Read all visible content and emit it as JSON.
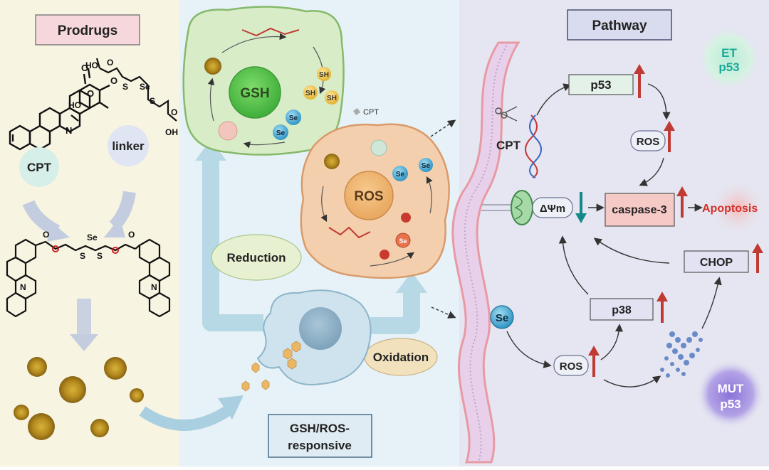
{
  "panels": {
    "prodrugs": {
      "title": "Prodrugs",
      "cpt_label": "CPT",
      "linker_label": "linker",
      "linker_atoms": {
        "ho_top": "HO",
        "o_top": "O",
        "s1": "S",
        "se1": "Se",
        "se2": "S",
        "oh_bottom": "OH",
        "o_bottom": "O"
      },
      "cpt_atoms": {
        "o1": "O",
        "o2": "O",
        "o3": "O",
        "ho": "HO",
        "n1": "N",
        "n2": "N"
      },
      "prodrug_atoms": {
        "se": "Se",
        "s1": "S",
        "s2": "S",
        "o1": "O",
        "o2": "O",
        "n1": "N",
        "n2": "N"
      }
    },
    "responsive": {
      "gsh_label": "GSH",
      "sh_labels": [
        "SH",
        "SH",
        "SH"
      ],
      "se_labels": [
        "Se",
        "Se"
      ],
      "cpt_tag": "CPT",
      "ros_label": "ROS",
      "ros_se_labels": [
        "Se",
        "Se",
        "Se"
      ],
      "reduction_label": "Reduction",
      "oxidation_label": "Oxidation",
      "footer_line1": "GSH/ROS-",
      "footer_line2": "responsive"
    },
    "pathway": {
      "title": "Pathway",
      "et_line1": "ET",
      "et_line2": "p53",
      "mut_line1": "MUT",
      "mut_line2": "p53",
      "cpt_label": "CPT",
      "se_label": "Se",
      "p53_box": "p53",
      "ros_top": "ROS",
      "ros_bottom": "ROS",
      "dpsi": "ΔΨm",
      "caspase": "caspase-3",
      "apoptosis": "Apoptosis",
      "chop": "CHOP",
      "p38": "p38"
    }
  },
  "colors": {
    "left_bg": "#f8f4e2",
    "mid_bg": "#e6f2f7",
    "right_bg": "#e5e6f1",
    "gsh_cell": "#d8ecc8",
    "ros_cell": "#f4cfae",
    "macrophage": "#cfe3ee",
    "up_arrow": "#c03a34",
    "down_arrow": "#138a8a",
    "apoptosis": "#d3322a",
    "et_text": "#1aaa9a",
    "mut_text": "#ffffff"
  }
}
